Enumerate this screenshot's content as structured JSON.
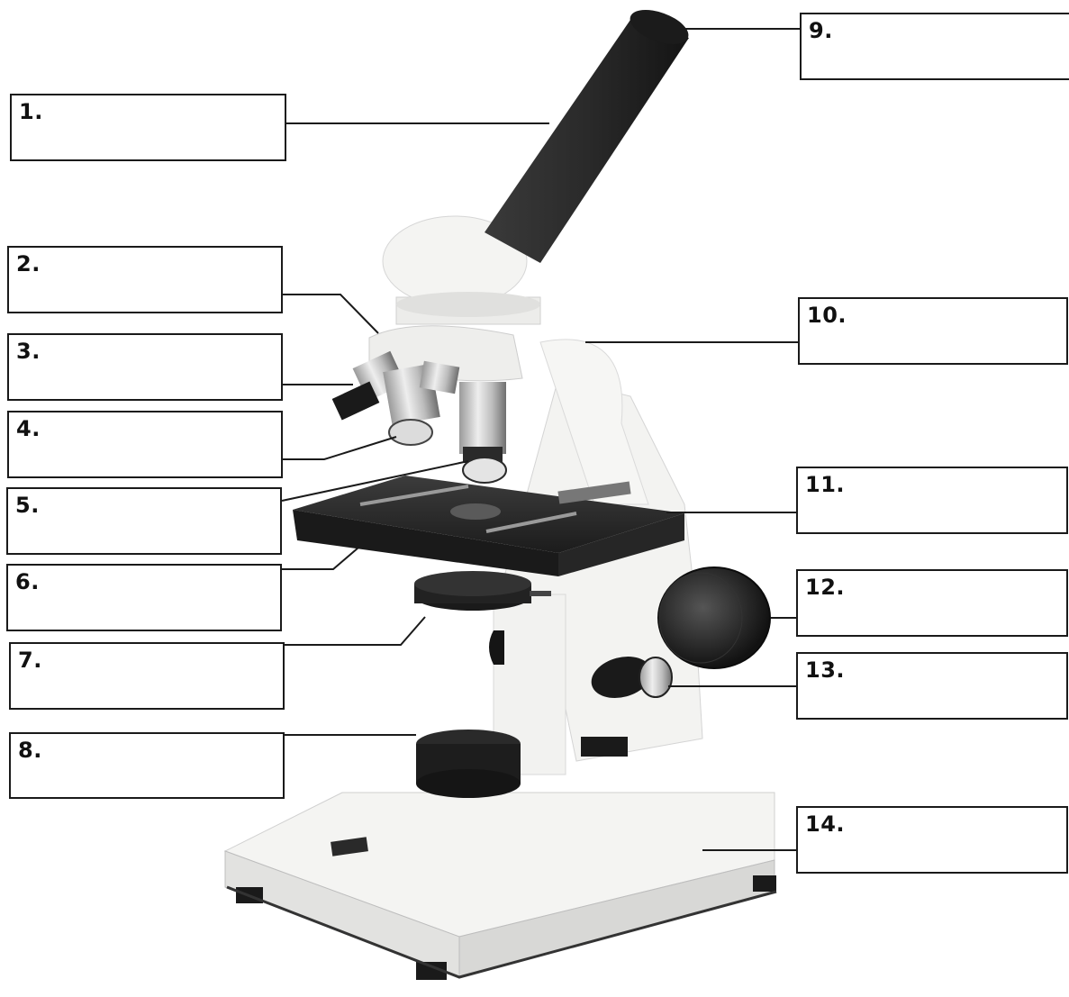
{
  "labels": [
    {
      "id": "1",
      "text": "1."
    },
    {
      "id": "2",
      "text": "2."
    },
    {
      "id": "3",
      "text": "3."
    },
    {
      "id": "4",
      "text": "4."
    },
    {
      "id": "5",
      "text": "5."
    },
    {
      "id": "6",
      "text": "6."
    },
    {
      "id": "7",
      "text": "7."
    },
    {
      "id": "8",
      "text": "8."
    },
    {
      "id": "9",
      "text": "9."
    },
    {
      "id": "10",
      "text": "10."
    },
    {
      "id": "11",
      "text": "11."
    },
    {
      "id": "12",
      "text": "12."
    },
    {
      "id": "13",
      "text": "13."
    },
    {
      "id": "14",
      "text": "14."
    }
  ],
  "colors": {
    "line": "#1a1a1a",
    "body": "#f2f2f0",
    "dark": "#222222"
  },
  "icons": {
    "illustration": "microscope-illustration"
  }
}
